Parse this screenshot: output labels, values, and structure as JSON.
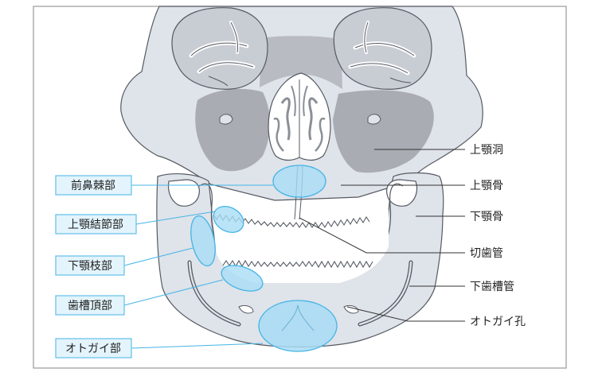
{
  "diagram": {
    "left_labels": [
      {
        "id": "anterior-nasal-spine",
        "text": "前鼻棘部"
      },
      {
        "id": "maxillary-tuberosity",
        "text": "上顎結節部"
      },
      {
        "id": "mandibular-ramus",
        "text": "下顎枝部"
      },
      {
        "id": "alveolar-crest",
        "text": "歯槽頂部"
      },
      {
        "id": "mental-region",
        "text": "オトガイ部"
      }
    ],
    "right_labels": [
      {
        "id": "maxillary-sinus",
        "text": "上顎洞"
      },
      {
        "id": "maxilla",
        "text": "上顎骨"
      },
      {
        "id": "mandible",
        "text": "下顎骨"
      },
      {
        "id": "incisive-canal",
        "text": "切歯管"
      },
      {
        "id": "mandibular-canal",
        "text": "下歯槽管"
      },
      {
        "id": "mental-foramen",
        "text": "オトガイ孔"
      }
    ]
  },
  "colors": {
    "bone": "#dfe3ea",
    "sinus_shadow": "#a9acb2",
    "orbit": "#c8ccd3",
    "highlight_fill": "#a8dcf5",
    "highlight_stroke": "#45b4e6",
    "label_box_fill": "#e3f4fc",
    "label_box_stroke": "#6cc4ec",
    "frame": "#9a9a9a",
    "outline": "#555a62"
  }
}
